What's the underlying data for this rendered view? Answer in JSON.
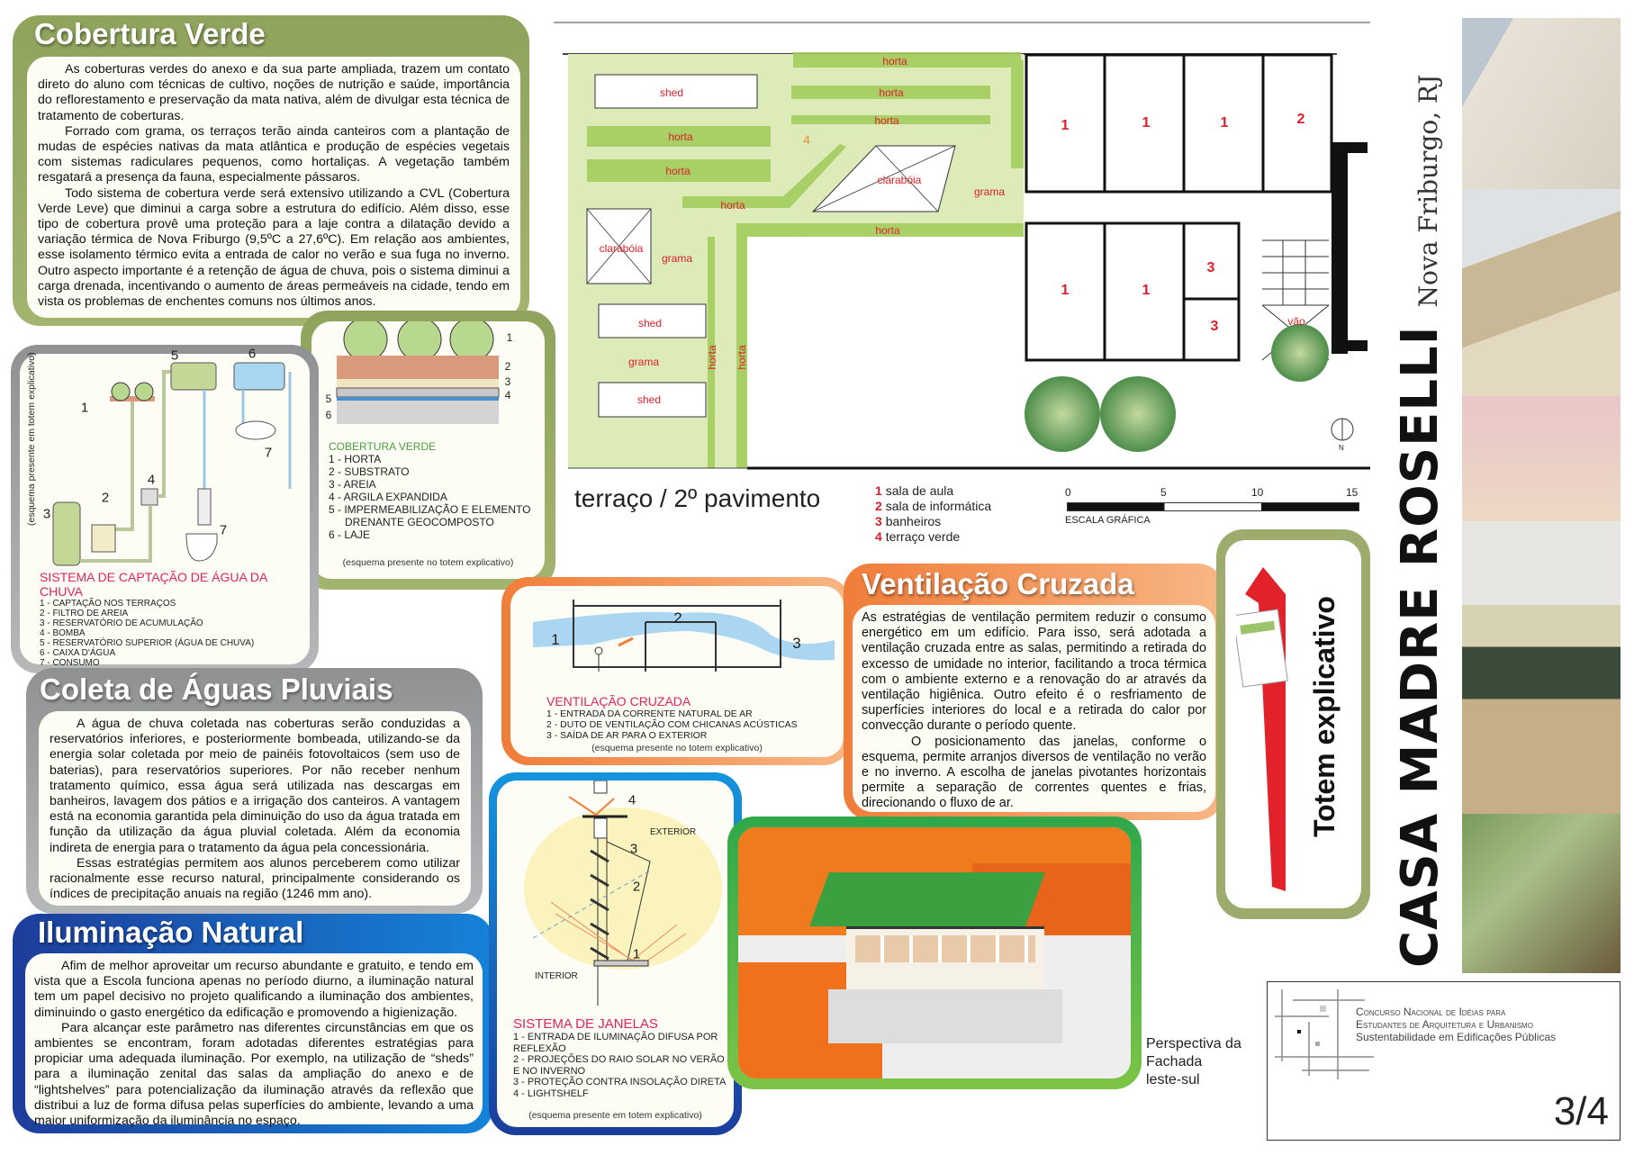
{
  "cobertura_verde": {
    "title": "Cobertura Verde",
    "paragraphs": [
      "As coberturas verdes do anexo e da sua parte ampliada, trazem um contato direto do aluno com técnicas de cultivo, noções de nutrição e saúde, importância do reflorestamento e preservação da mata nativa, além de divulgar esta técnica de tratamento de coberturas.",
      "Forrado com grama, os terraços terão ainda canteiros com a plantação de mudas de espécies nativas da mata atlântica e produção de espécies vegetais com sistemas radiculares pequenos, como hortaliças. A vegetação também resgatará a presença da fauna, especialmente pássaros.",
      "Todo sistema de cobertura verde será extensivo utilizando a CVL (Cobertura Verde Leve) que diminui a carga sobre a estrutura do edifício. Além disso, esse tipo de cobertura provê uma proteção para a laje contra a dilatação devido a variação térmica de Nova Friburgo (9,5ºC a 27,6ºC). Em relação aos ambientes, esse isolamento térmico evita a entrada de calor no verão e sua fuga no inverno. Outro aspecto importante é a retenção de água de chuva, pois o sistema diminui a carga drenada, incentivando o aumento de áreas permeáveis na cidade, tendo em vista os problemas de enchentes comuns nos últimos anos."
    ]
  },
  "cobertura_diagram": {
    "numbers": [
      "1",
      "2",
      "3",
      "4",
      "5",
      "6"
    ],
    "caption": "COBERTURA VERDE",
    "items": [
      "1 - HORTA",
      "2 - SUBSTRATO",
      "3 - AREIA",
      "4 - ARGILA EXPANDIDA",
      "5 - IMPERMEABILIZAÇÃO E ELEMENTO",
      "DRENANTE GEOCOMPOSTO",
      "6 - LAJE"
    ],
    "note": "(esquema presente no totem explicativo)"
  },
  "captacao": {
    "side_note": "(esquema presente em totem explicativo)",
    "numbers": [
      "1",
      "2",
      "3",
      "4",
      "5",
      "6",
      "7",
      "7"
    ],
    "caption": "SISTEMA DE CAPTAÇÃO DE ÁGUA DA CHUVA",
    "items": [
      "1 - CAPTAÇÃO NOS TERRAÇOS",
      "2 - FILTRO DE AREIA",
      "3 - RESERVATÓRIO DE ACUMULAÇÃO",
      "4 - BOMBA",
      "5 - RESERVATÓRIO SUPERIOR (ÁGUA DE CHUVA)",
      "6 - CAIXA D'ÁGUA",
      "7 - CONSUMO"
    ]
  },
  "coleta": {
    "title": "Coleta de Águas Pluviais",
    "paragraphs": [
      "A água de chuva coletada nas coberturas serão conduzidas a reservatórios inferiores, e posteriormente bombeada, utilizando-se da energia solar coletada por meio de painéis fotovoltaicos (sem uso de baterias), para reservatórios superiores. Por não receber nenhum tratamento químico, essa água será utilizada nas descargas em banheiros, lavagem dos pátios e a irrigação dos canteiros. A vantagem está na economia garantida pela diminuição do uso da água tratada em função da utilização da água pluvial coletada. Além da economia indireta de energia para o tratamento da água pela concessionária.",
      "Essas estratégias permitem aos alunos perceberem como utilizar racionalmente esse recurso natural, principalmente considerando os índices de precipitação anuais na região (1246 mm ano)."
    ]
  },
  "iluminacao": {
    "title": "Iluminação Natural",
    "paragraphs": [
      "Afim de melhor aproveitar um recurso abundante e gratuito, e tendo em vista que a Escola funciona apenas no período diurno, a iluminação natural tem um papel decisivo no projeto qualificando a iluminação dos ambientes, diminuindo o gasto energético da edificação e promovendo a higienização.",
      "Para alcançar este parâmetro nas diferentes circunstâncias em que os ambientes se encontram, foram adotadas diferentes estratégias para propiciar uma adequada iluminação. Por exemplo, na utilização de “sheds” para a iluminação zenital das salas da ampliação do anexo e de “lightshelves” para potencialização da iluminação através da reflexão que distribui a luz de forma difusa pelas superfícies do ambiente, levando a uma maior uniformização da iluminância no espaço."
    ]
  },
  "janelas": {
    "labels": {
      "exterior": "EXTERIOR",
      "interior": "INTERIOR"
    },
    "numbers": [
      "1",
      "2",
      "3",
      "4"
    ],
    "caption": "SISTEMA DE JANELAS",
    "items": [
      "1 - ENTRADA DE ILUMINAÇÃO DIFUSA POR REFLEXÃO",
      "2 - PROJEÇÕES DO RAIO SOLAR NO VERÃO E NO INVERNO",
      "3 - PROTEÇÃO CONTRA INSOLAÇÃO DIRETA",
      "4 - LIGHTSHELF"
    ],
    "note": "(esquema presente em totem explicativo)"
  },
  "ventilacao_diagram": {
    "numbers": [
      "1",
      "2",
      "3"
    ],
    "caption": "VENTILAÇÃO CRUZADA",
    "items": [
      "1 - ENTRADA DA CORRENTE NATURAL DE AR",
      "2 - DUTO DE VENTILAÇÃO COM CHICANAS ACÚSTICAS",
      "3 - SAÍDA DE AR PARA O EXTERIOR"
    ],
    "note": "(esquema presente no totem explicativo)"
  },
  "ventilacao": {
    "title": "Ventilação Cruzada",
    "paragraphs": [
      "As estratégias de ventilação permitem reduzir o consumo energético em um edifício. Para isso, será adotada a ventilação cruzada entre as salas, permitindo a retirada do excesso de umidade no interior, facilitando a troca térmica com o ambiente externo e a renovação do ar através da ventilação higiênica. Outro efeito é o resfriamento de superfícies interiores do local e a retirada do calor por convecção durante o período quente.",
      "O posicionamento das janelas, conforme o esquema, permite arranjos diversos de ventilação no verão e no inverno. A escolha de janelas pivotantes horizontais permite a separação de correntes quentes e frias, direcionando o fluxo de ar."
    ]
  },
  "plan": {
    "title": "terraço / 2º pavimento",
    "labels": {
      "horta": "horta",
      "shed": "shed",
      "claraboia": "clarabóia",
      "grama": "grama",
      "terrace_num": "4",
      "vao": "vão",
      "north": "N"
    },
    "room_numbers": [
      "1",
      "1",
      "1",
      "2",
      "1",
      "1",
      "3",
      "3"
    ],
    "legend": [
      {
        "num": "1",
        "label": "sala de aula"
      },
      {
        "num": "2",
        "label": "sala de informática"
      },
      {
        "num": "3",
        "label": "banheiros"
      },
      {
        "num": "4",
        "label": "terraço verde"
      }
    ],
    "scale": {
      "ticks": [
        "0",
        "5",
        "10",
        "15"
      ],
      "label": "ESCALA GRÁFICA"
    }
  },
  "totem": {
    "label": "Totem explicativo"
  },
  "perspective_caption": [
    "Perspectiva da",
    "Fachada",
    "leste-sul"
  ],
  "project": {
    "name": "CASA MADRE ROSELLI",
    "location": "Nova Friburgo, RJ"
  },
  "footer": {
    "line1": "Concurso Nacional de Idéias para",
    "line2": "Estudantes de Arquitetura e Urbanismo",
    "line3": "Sustentabilidade em Edificações Públicas",
    "page": "3/4"
  },
  "colors": {
    "green": "#9aac66",
    "grey": "#a0a2a4",
    "blue": "#1a5fc0",
    "orange": "#f39455",
    "red": "#e0245e"
  }
}
